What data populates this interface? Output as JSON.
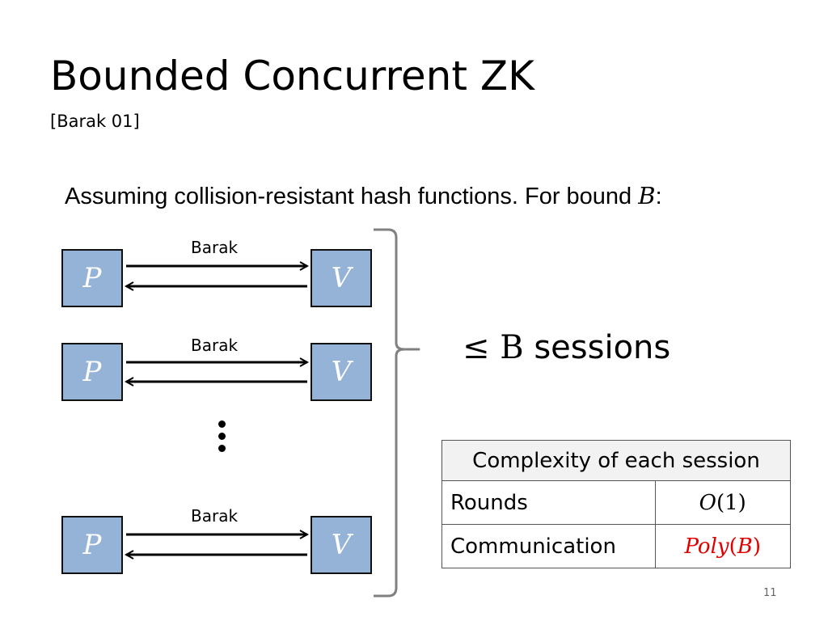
{
  "slide": {
    "title": "Bounded Concurrent ZK",
    "citation": "[Barak 01]",
    "assumption_text": "Assuming collision-resistant hash functions. For bound ",
    "assumption_var": "B",
    "assumption_colon": ":",
    "page_number": "11"
  },
  "diagram": {
    "sessions": [
      {
        "prover": "P",
        "verifier": "V",
        "protocol": "Barak"
      },
      {
        "prover": "P",
        "verifier": "V",
        "protocol": "Barak"
      },
      {
        "prover": "P",
        "verifier": "V",
        "protocol": "Barak"
      }
    ],
    "bound_label": {
      "symbol": "≤ B",
      "text": "sessions"
    }
  },
  "table": {
    "header": "Complexity of each session",
    "rows": [
      {
        "label": "Rounds",
        "value": "O(1)"
      },
      {
        "label": "Communication",
        "value": "Poly(B)"
      }
    ]
  },
  "colors": {
    "box_fill": "#95b3d7",
    "highlight": "#e00000",
    "brace": "#808080"
  }
}
